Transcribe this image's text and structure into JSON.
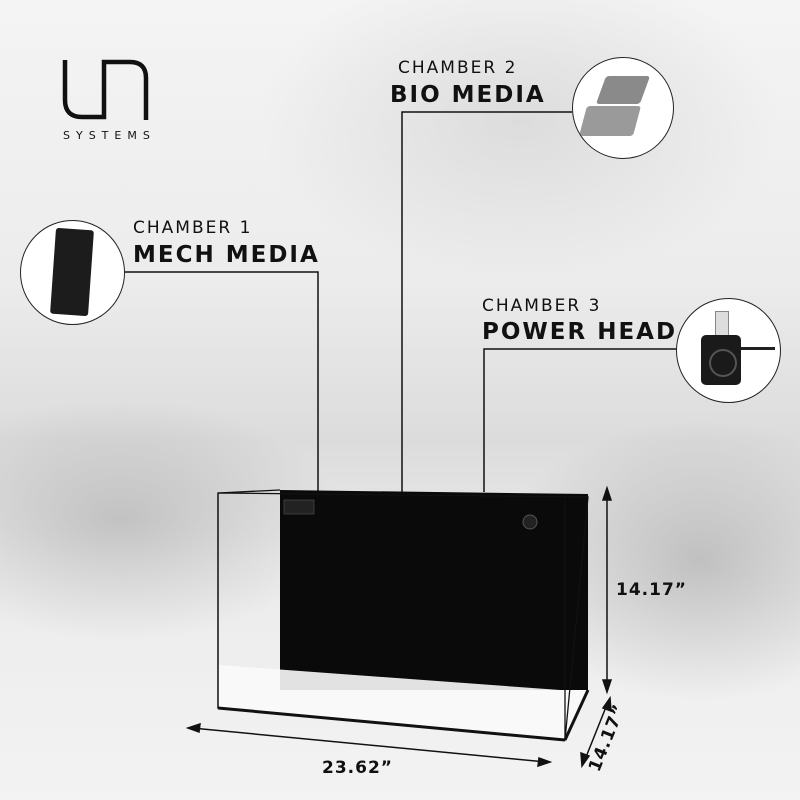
{
  "brand": {
    "logo_letters": "UN",
    "name": "SYSTEMS"
  },
  "chambers": [
    {
      "label": "CHAMBER 1",
      "title": "MECH MEDIA",
      "image_icon": "sponge-icon"
    },
    {
      "label": "CHAMBER 2",
      "title": "BIO MEDIA",
      "image_icon": "bio-media-block-icon"
    },
    {
      "label": "CHAMBER 3",
      "title": "POWER HEAD",
      "image_icon": "pump-icon"
    }
  ],
  "dimensions": {
    "width": "23.62”",
    "height": "14.17”",
    "depth": "14.17”"
  }
}
